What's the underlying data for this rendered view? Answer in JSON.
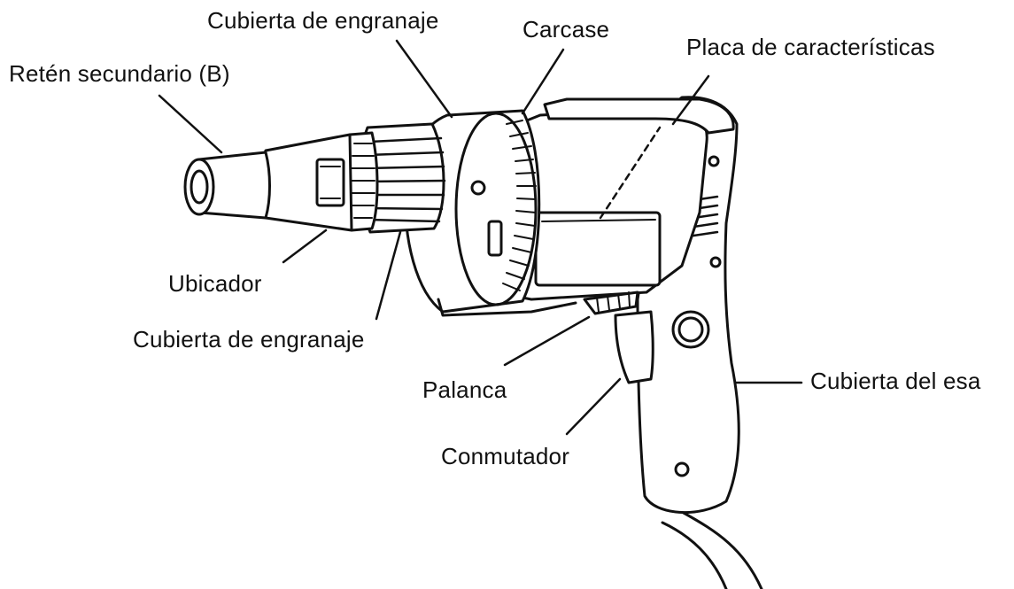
{
  "labels": {
    "gear_cover_top": "Cubierta de engranaje",
    "housing": "Carcase",
    "nameplate": "Placa de características",
    "secondary_retainer": "Retén secundario (B)",
    "locator": "Ubicador",
    "gear_cover_bottom": "Cubierta de engranaje",
    "lever": "Palanca",
    "handle_cover": "Cubierta del esa",
    "switch": "Conmutador"
  }
}
